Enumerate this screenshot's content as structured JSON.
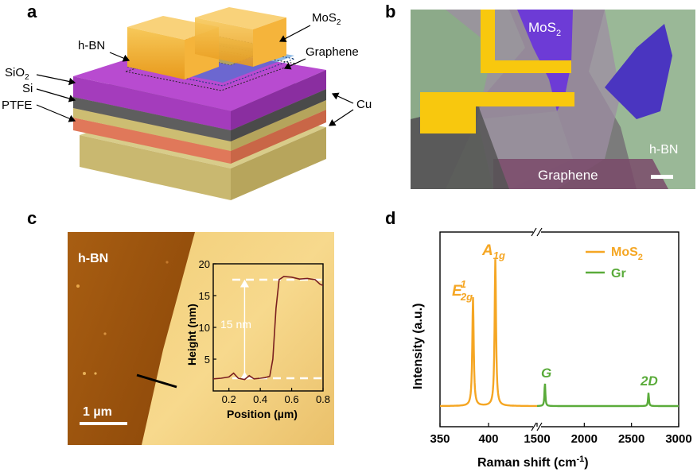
{
  "panels": {
    "a": {
      "letter": "a",
      "labels": {
        "mos2": "MoS",
        "mos2_sub": "2",
        "hbn": "h-BN",
        "graphene": "Graphene",
        "sio2": "SiO",
        "sio2_sub": "2",
        "si": "Si",
        "ptfe": "PTFE",
        "cu": "Cu"
      }
    },
    "b": {
      "letter": "b",
      "labels": {
        "mos2": "MoS",
        "mos2_sub": "2",
        "hbn": "h-BN",
        "graphene": "Graphene"
      }
    },
    "c": {
      "letter": "c",
      "hbn_label": "h-BN",
      "scalebar_label": "1 µm",
      "inset": {
        "annotation": "15 nm",
        "xlabel": "Position (µm)",
        "ylabel": "Height (nm)",
        "xticks": [
          "0.2",
          "0.4",
          "0.6",
          "0.8"
        ],
        "yticks": [
          "5",
          "10",
          "15",
          "20"
        ]
      }
    },
    "d": {
      "letter": "d"
    }
  },
  "colors": {
    "mos2": "#f5a623",
    "graphene_line": "#5aab3a",
    "electrode": "#f5c400",
    "sio2": "#b340c8",
    "profile": "#7a1f1f"
  },
  "chart_data": [
    {
      "type": "line",
      "title": "",
      "xlabel": "Position (µm)",
      "ylabel": "Height (nm)",
      "xlim": [
        0.1,
        0.8
      ],
      "ylim": [
        0,
        20
      ],
      "xticks": [
        0.2,
        0.4,
        0.6,
        0.8
      ],
      "yticks": [
        5,
        10,
        15,
        20
      ],
      "series": [
        {
          "x": [
            0.1,
            0.15,
            0.2,
            0.23,
            0.26,
            0.3,
            0.33,
            0.36,
            0.4,
            0.43,
            0.46,
            0.48,
            0.5,
            0.52,
            0.55,
            0.6,
            0.65,
            0.7,
            0.75,
            0.78,
            0.8
          ],
          "values": [
            1.9,
            2.0,
            2.2,
            2.8,
            2.0,
            1.8,
            2.4,
            1.9,
            2.0,
            2.1,
            2.3,
            5.0,
            13.0,
            17.5,
            18.0,
            17.9,
            17.6,
            17.7,
            17.5,
            16.8,
            16.6
          ]
        }
      ],
      "annotation": "15 nm",
      "reference_levels": [
        2.0,
        17.5
      ]
    },
    {
      "type": "line",
      "title": "",
      "xlabel": "Raman shift (cm⁻¹)",
      "ylabel": "Intensity (a.u.)",
      "xaxis_break": true,
      "segments": [
        {
          "xlim": [
            350,
            450
          ],
          "ticks": [
            350,
            400
          ]
        },
        {
          "xlim": [
            1500,
            3000
          ],
          "ticks": [
            1500,
            2000,
            2500,
            3000
          ]
        }
      ],
      "xticklabels": [
        "350",
        "400",
        "1500",
        "2000",
        "2500",
        "3000"
      ],
      "series": [
        {
          "name": "MoS₂",
          "color": "#f5a623",
          "peaks": [
            {
              "x": 384,
              "relative_height": 0.74,
              "label": "E",
              "label_sup": "1",
              "label_sub": "2g"
            },
            {
              "x": 407,
              "relative_height": 1.0,
              "label": "A",
              "label_sub": "1g"
            }
          ]
        },
        {
          "name": "Gr",
          "color": "#5aab3a",
          "peaks": [
            {
              "x": 1583,
              "relative_height": 0.16,
              "label": "G"
            },
            {
              "x": 2680,
              "relative_height": 0.09,
              "label": "2D"
            }
          ]
        }
      ],
      "legend": {
        "position": "top-right",
        "entries": [
          {
            "name": "MoS",
            "sub": "2",
            "color": "#f5a623"
          },
          {
            "name": "Gr",
            "sub": "",
            "color": "#5aab3a"
          }
        ]
      },
      "axis_labels": {
        "x_main": "Raman shift (cm",
        "x_sup": "-1",
        "x_end": ")",
        "y": "Intensity (a.u.)"
      },
      "peak_labels": {
        "e2g": "E",
        "e2g_sup": "1",
        "e2g_sub": "2g",
        "a1g": "A",
        "a1g_sub": "1g",
        "g": "G",
        "twod": "2D"
      },
      "legend_labels": {
        "mos2": "MoS",
        "mos2_sub": "2",
        "gr": "Gr"
      }
    }
  ]
}
